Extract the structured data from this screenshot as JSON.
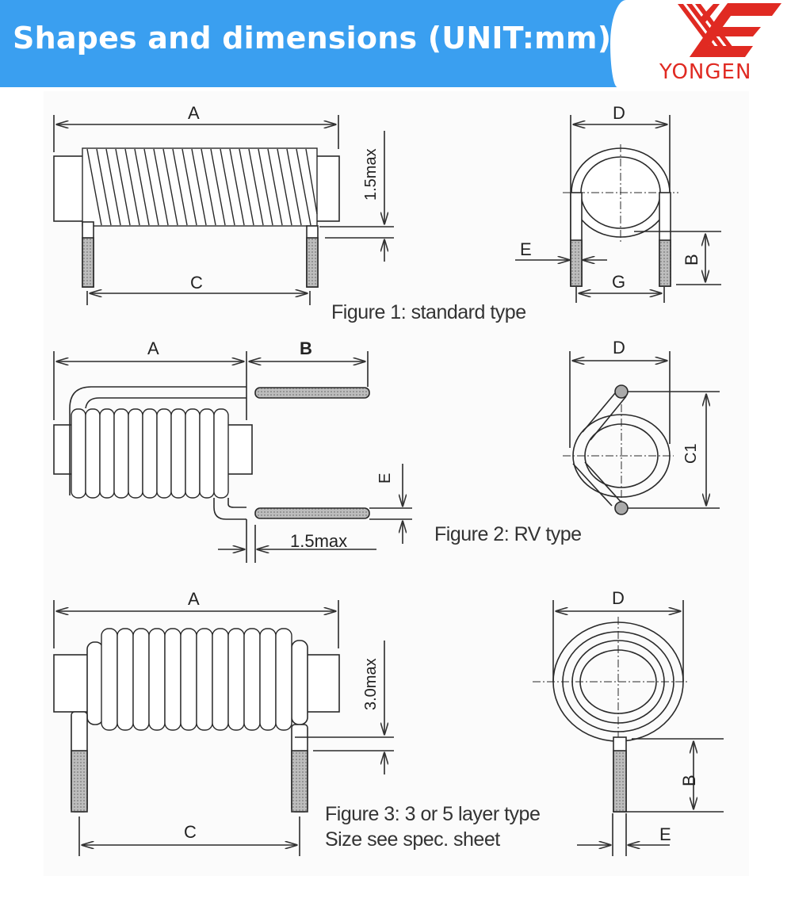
{
  "header": {
    "title": "Shapes and dimensions (UNIT:mm)",
    "banner_color": "#3a9ff0",
    "logo": {
      "brand_text": "YONGEN",
      "color": "#e02a22",
      "icon": "ye-logo-icon"
    }
  },
  "figures": [
    {
      "id": "figure-1",
      "caption": "Figure 1: standard type",
      "side_view_labels": {
        "overall_length": "A",
        "lead_pitch": "C",
        "clearance": "1.5max"
      },
      "end_view_labels": {
        "diameter": "D",
        "wire_dia": "E",
        "lead_spacing": "G",
        "lead_length": "B"
      }
    },
    {
      "id": "figure-2",
      "caption": "Figure 2: RV type",
      "side_view_labels": {
        "body_length": "A",
        "lead_length": "B",
        "wire_dia": "E",
        "clearance": "1.5max"
      },
      "end_view_labels": {
        "diameter": "D",
        "lead_spacing": "C1"
      }
    },
    {
      "id": "figure-3",
      "caption": "Figure 3: 3 or 5 layer type",
      "caption_line2": "Size see spec. sheet",
      "side_view_labels": {
        "overall_length": "A",
        "lead_pitch": "C",
        "clearance": "3.0max"
      },
      "end_view_labels": {
        "diameter": "D",
        "lead_length": "B",
        "wire_dia": "E"
      }
    }
  ]
}
